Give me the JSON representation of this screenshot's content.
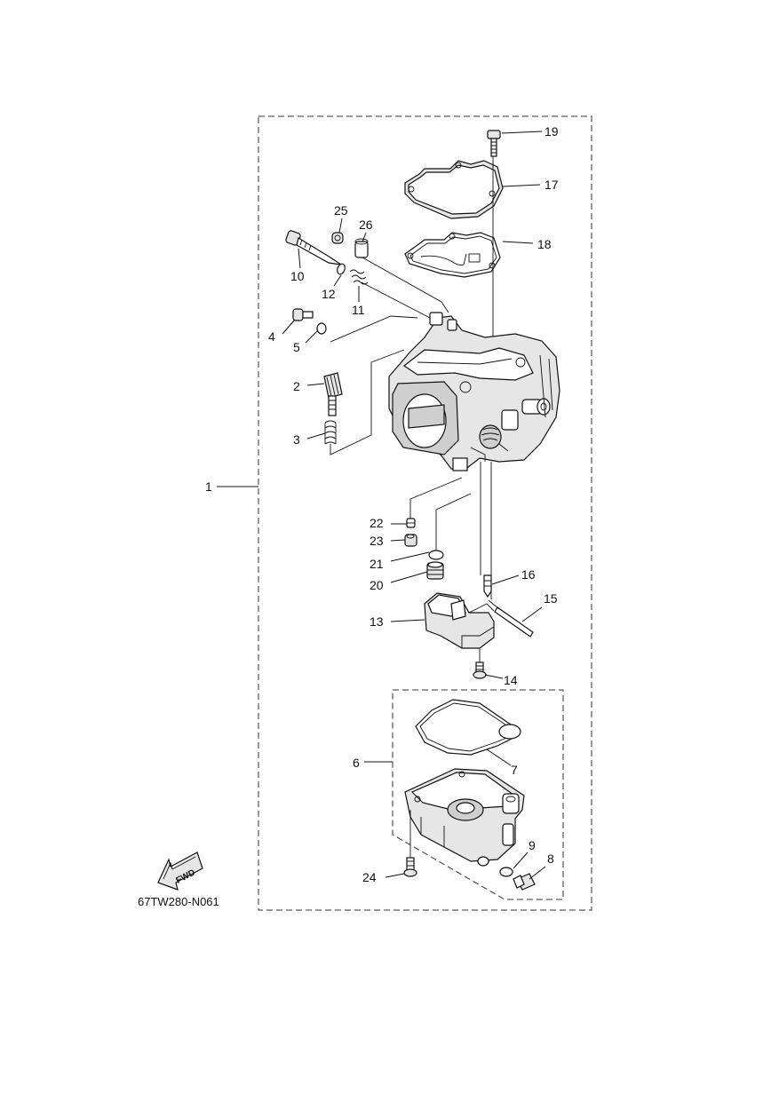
{
  "diagram_code": "67TW280-N061",
  "fwd_label": "FWD",
  "callouts": [
    {
      "id": "1",
      "label": "1"
    },
    {
      "id": "2",
      "label": "2"
    },
    {
      "id": "3",
      "label": "3"
    },
    {
      "id": "4",
      "label": "4"
    },
    {
      "id": "5",
      "label": "5"
    },
    {
      "id": "6",
      "label": "6"
    },
    {
      "id": "7",
      "label": "7"
    },
    {
      "id": "8",
      "label": "8"
    },
    {
      "id": "9",
      "label": "9"
    },
    {
      "id": "10",
      "label": "10"
    },
    {
      "id": "11",
      "label": "11"
    },
    {
      "id": "12",
      "label": "12"
    },
    {
      "id": "13",
      "label": "13"
    },
    {
      "id": "14",
      "label": "14"
    },
    {
      "id": "15",
      "label": "15"
    },
    {
      "id": "16",
      "label": "16"
    },
    {
      "id": "17",
      "label": "17"
    },
    {
      "id": "18",
      "label": "18"
    },
    {
      "id": "19",
      "label": "19"
    },
    {
      "id": "20",
      "label": "20"
    },
    {
      "id": "21",
      "label": "21"
    },
    {
      "id": "22",
      "label": "22"
    },
    {
      "id": "23",
      "label": "23"
    },
    {
      "id": "24",
      "label": "24"
    },
    {
      "id": "25",
      "label": "25"
    },
    {
      "id": "26",
      "label": "26"
    }
  ]
}
